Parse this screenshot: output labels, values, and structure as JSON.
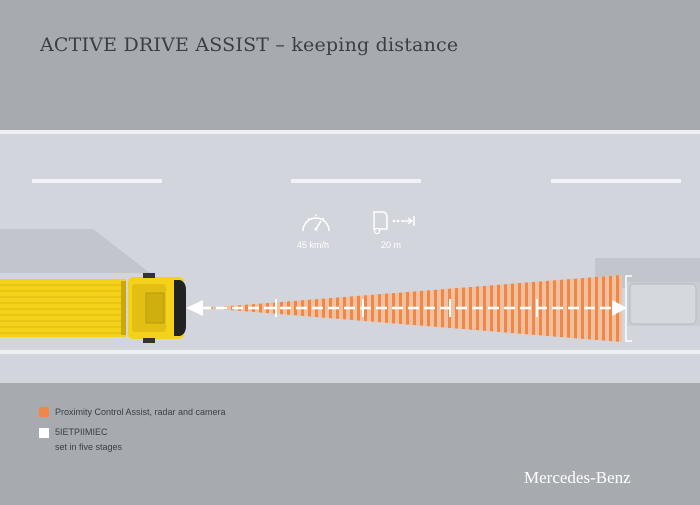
{
  "title": "ACTIVE DRIVE ASSIST – keeping distance",
  "readouts": {
    "speed": {
      "icon": "speedometer-icon",
      "value": "45 km/h"
    },
    "distance": {
      "icon": "distance-icon",
      "value": "20 m"
    }
  },
  "legend": [
    {
      "swatch_color": "#ee8747",
      "text": "Proximity Control Assist, radar and camera"
    },
    {
      "swatch_color": "#ffffff",
      "text": "5IETPIIMIEC",
      "subtext": "set in five stages"
    }
  ],
  "brand": "Mercedes-Benz",
  "colors": {
    "background": "#a7abb0",
    "road": "#d2d5db",
    "radar": "#ee8747",
    "truck": "#f5d21a"
  }
}
